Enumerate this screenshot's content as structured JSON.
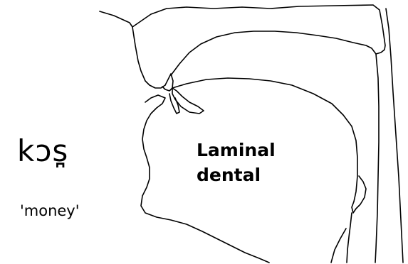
{
  "word": {
    "transcription": "kɔs̪",
    "gloss": "'money'"
  },
  "label": {
    "line1": "Laminal",
    "line2": "dental"
  }
}
